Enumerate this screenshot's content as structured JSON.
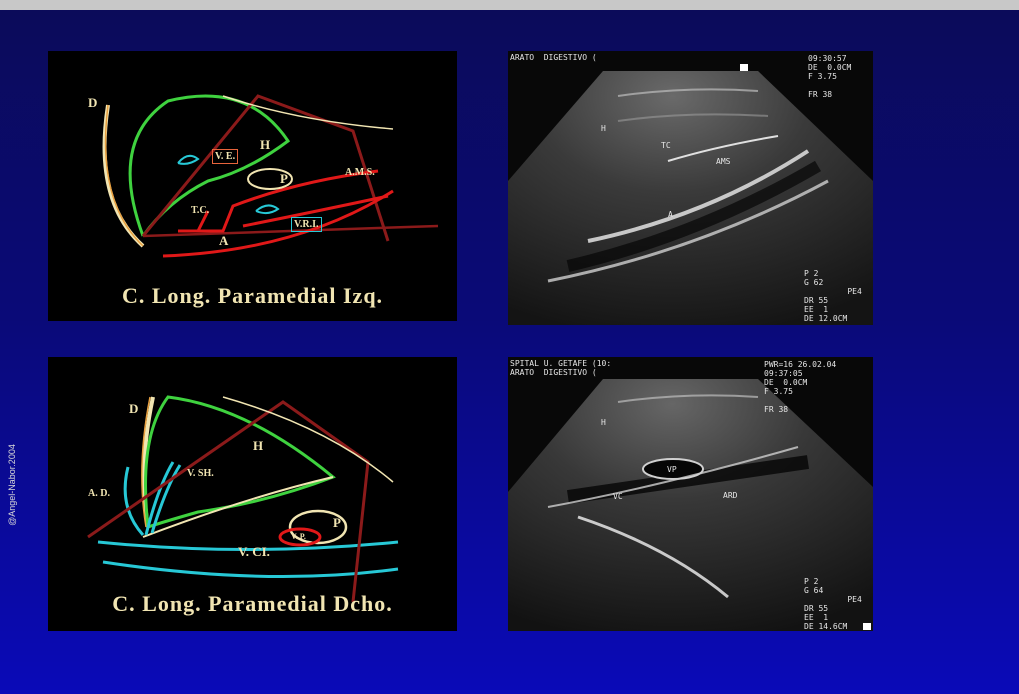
{
  "copyright": "@Angel-Nabor.2004",
  "panel1": {
    "caption": "C. Long. Paramedial Izq.",
    "labels": {
      "d": "D",
      "h": "H",
      "ve": "V. E.",
      "p": "P",
      "ams": "A.M.S.",
      "tc": "T.C.",
      "a": "A",
      "vri": "V.R.I."
    }
  },
  "us1": {
    "header_left": "ARATO  DIGESTIVO (",
    "header_right": "09:30:57\nDE  0.0CM\nF 3.75\n\nFR 38",
    "labels": {
      "h": "H",
      "tc": "TC",
      "ams": "AMS",
      "a": "A"
    },
    "footer": "P 2\nG 62\n         PE4\nDR 55\nEE  1\nDE 12.0CM"
  },
  "panel2": {
    "caption": "C. Long. Paramedial Dcho.",
    "labels": {
      "d": "D",
      "h": "H",
      "vsh": "V. SH.",
      "ad": "A. D.",
      "p": "P",
      "vp": "V. P.",
      "vci": "V. CI."
    }
  },
  "us2": {
    "header_left": "SPITAL U. GETAFE (10:\nARATO  DIGESTIVO (",
    "header_right": "PWR=16 26.02.04\n09:37:05\nDE  0.0CM\nF 3.75\n\nFR 38",
    "labels": {
      "h": "H",
      "vp": "VP",
      "vc": "VC",
      "ard": "ARD"
    },
    "footer": "P 2\nG 64\n         PE4\nDR 55\nEE  1\nDE 14.6CM"
  }
}
